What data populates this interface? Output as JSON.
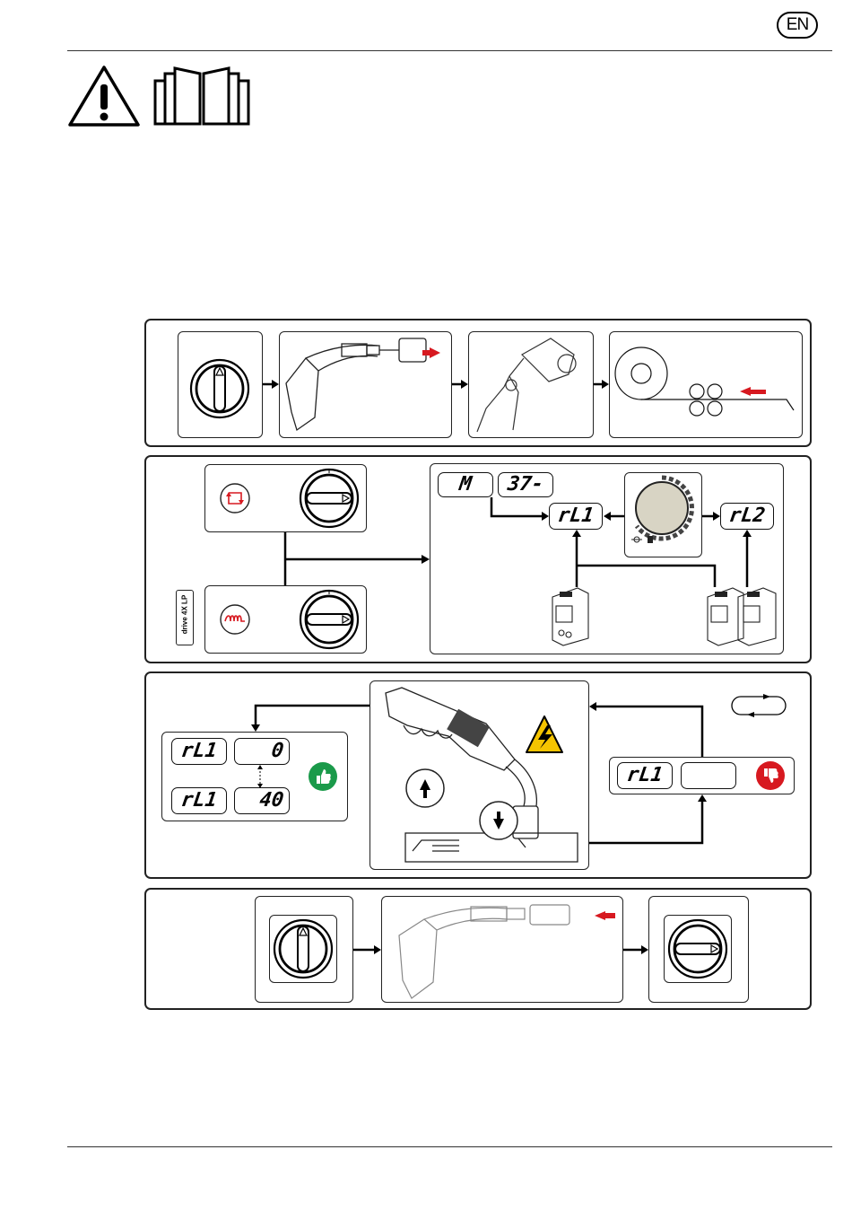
{
  "header": {
    "language_badge": "EN"
  },
  "icons": {
    "warning": "warning-triangle-icon",
    "manual": "open-manual-icon"
  },
  "colors": {
    "accent_red": "#d71920",
    "thumbs_up_green": "#1a9a4a",
    "knob_fill": "#d8d4c4",
    "lightning_yellow": "#f5c400"
  },
  "stage2": {
    "mode_display_left": "M",
    "mode_display_right": "37-",
    "result_left": "rL1",
    "result_right": "rL2",
    "side_label": "drive 4X LP"
  },
  "stage3": {
    "display_1_label": "rL1",
    "display_1_value": "0",
    "display_2_label": "rL1",
    "display_2_value": "40",
    "display_3_label": "rL1",
    "display_3_value": ""
  }
}
